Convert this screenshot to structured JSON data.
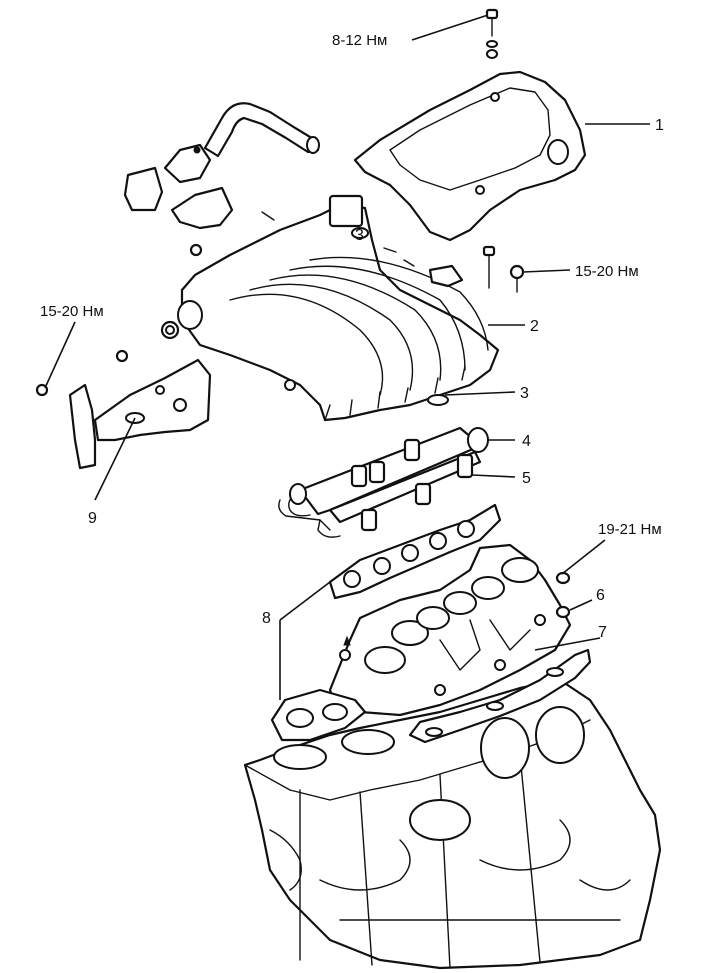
{
  "callouts": [
    {
      "id": "1",
      "text": "1"
    },
    {
      "id": "2",
      "text": "2"
    },
    {
      "id": "3",
      "text": "3"
    },
    {
      "id": "3b",
      "text": "3"
    },
    {
      "id": "4",
      "text": "4"
    },
    {
      "id": "5",
      "text": "5"
    },
    {
      "id": "6",
      "text": "6"
    },
    {
      "id": "7",
      "text": "7"
    },
    {
      "id": "8",
      "text": "8"
    },
    {
      "id": "9",
      "text": "9"
    }
  ],
  "torques": {
    "top_bolt": "8-12 Нм",
    "right_bolt": "15-20 Нм",
    "left_bolt": "15-20 Нм",
    "nut_lower": "19-21 Нм"
  }
}
